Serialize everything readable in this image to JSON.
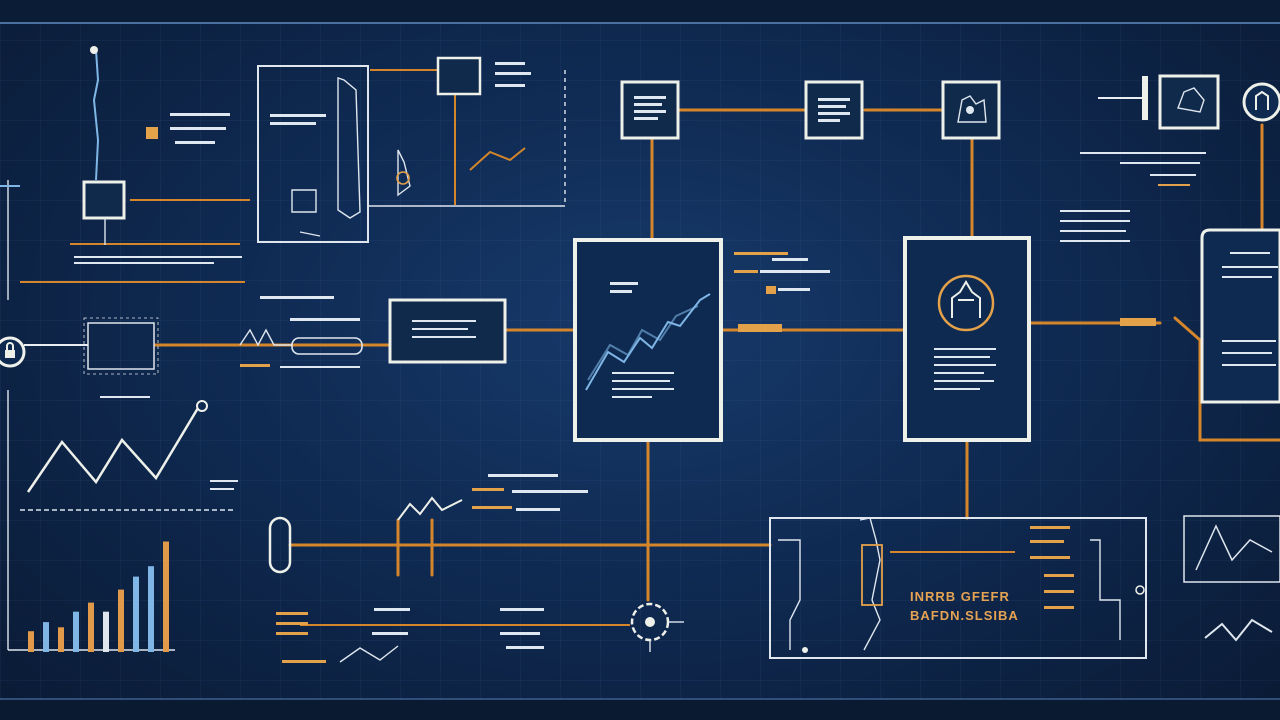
{
  "diagram": {
    "caption": {
      "line1": "INRRB GFEFR",
      "line2": "BAFDN.SLSIBA"
    },
    "colors": {
      "background": "#0f2a52",
      "wire": "#d5862a",
      "panel_border": "#eef0ea",
      "accent_blue": "#7fb6e6"
    },
    "icons": {
      "left_node": "lock-icon",
      "top_right_node": "gear-icon",
      "panel_right_emblem": "circuit-emblem-icon",
      "hub_node": "connector-hub-icon"
    },
    "bar_chart": {
      "values": [
        0.16,
        0.23,
        0.19,
        0.31,
        0.38,
        0.31,
        0.48,
        0.58,
        0.66,
        0.85
      ],
      "colors": [
        "#e09a4a",
        "#7fb6e6",
        "#e09a4a",
        "#7fb6e6",
        "#e09a4a",
        "#dfe6ee",
        "#e09a4a",
        "#7fb6e6",
        "#7fb6e6",
        "#e09a4a"
      ]
    }
  }
}
